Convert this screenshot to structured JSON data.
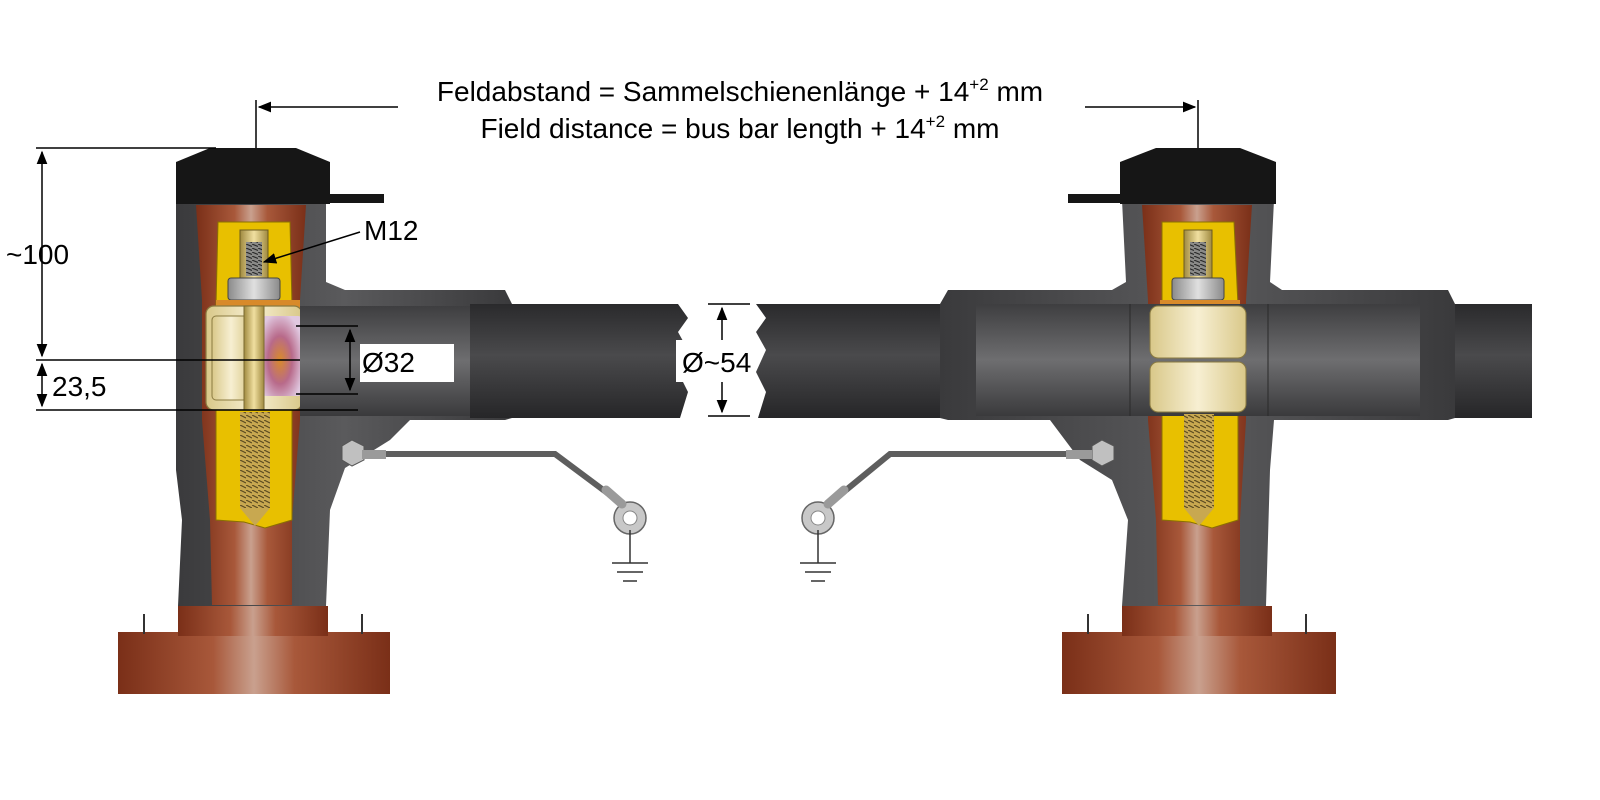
{
  "header": {
    "line1_de": "Feldabstand = Sammelschienenlänge + 14",
    "line2_en": "Field distance = bus bar length + 14",
    "tolerance": "+2",
    "unit": "mm"
  },
  "dimensions": {
    "height_total": "~100",
    "height_axis": "23,5",
    "thread": "M12",
    "insulation_dia": "Ø32",
    "busbar_dia": "Ø~54"
  },
  "colors": {
    "cap": "#161616",
    "housing": "#4a4a4c",
    "bar": "#333335",
    "insulator": "#8e3d20",
    "insert": "#e8c000",
    "brass": "#d2b460",
    "contact": "#efe3bb",
    "ground": "#5e5e5e"
  }
}
